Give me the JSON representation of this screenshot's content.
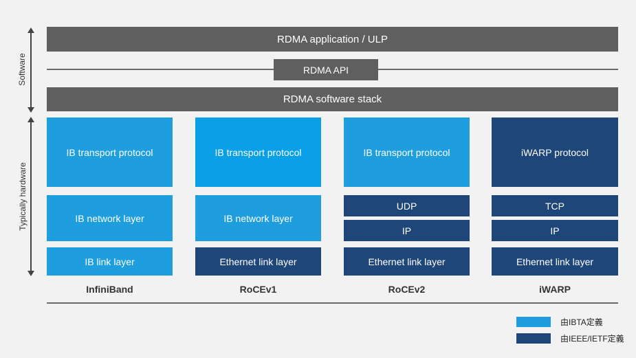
{
  "software_stack": {
    "app_label": "RDMA application / ULP",
    "api_label": "RDMA API",
    "stack_label": "RDMA software stack"
  },
  "side_labels": {
    "software": "Software",
    "hardware": "Typically hardware"
  },
  "columns": [
    {
      "name": "InfiniBand",
      "transport": "IB transport protocol",
      "network": "IB network layer",
      "link": "IB link layer"
    },
    {
      "name": "RoCEv1",
      "transport": "IB transport protocol",
      "network": "IB network layer",
      "link": "Ethernet link layer"
    },
    {
      "name": "RoCEv2",
      "transport": "IB transport protocol",
      "network_upper": "UDP",
      "network_lower": "IP",
      "link": "Ethernet link layer"
    },
    {
      "name": "iWARP",
      "transport": "iWARP protocol",
      "network_upper": "TCP",
      "network_lower": "IP",
      "link": "Ethernet link layer"
    }
  ],
  "legend": {
    "ibta_label": "由IBTA定義",
    "ieee_label": "由IEEE/IETF定義"
  },
  "colors": {
    "software_bar": "#5f5f5f",
    "ibta": "#1e9ede",
    "ieee_ietf": "#1f4679",
    "background": "#f2f2f2"
  }
}
